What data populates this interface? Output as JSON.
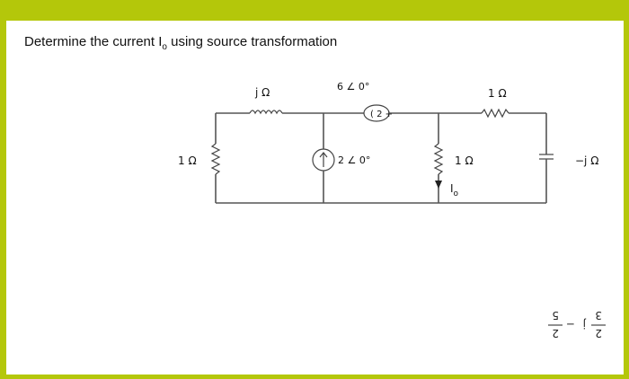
{
  "question": {
    "prefix": "Determine the current I",
    "sub": "o",
    "suffix": " using source transformation"
  },
  "circuit": {
    "left_resistor": "1 Ω",
    "top_inductor": "j Ω",
    "voltage_source": "6 ∠ 0°",
    "current_source": "2 ∠ 0°",
    "top_right_resistor": "1 Ω",
    "middle_resistor": "1 Ω",
    "current_label_main": "I",
    "current_label_sub": "o",
    "capacitor": "−j Ω"
  },
  "answer": {
    "numerator_a": "2",
    "denominator_a": "3",
    "j": "j",
    "minus": "−",
    "numerator_b": "2",
    "denominator_b": "5"
  }
}
